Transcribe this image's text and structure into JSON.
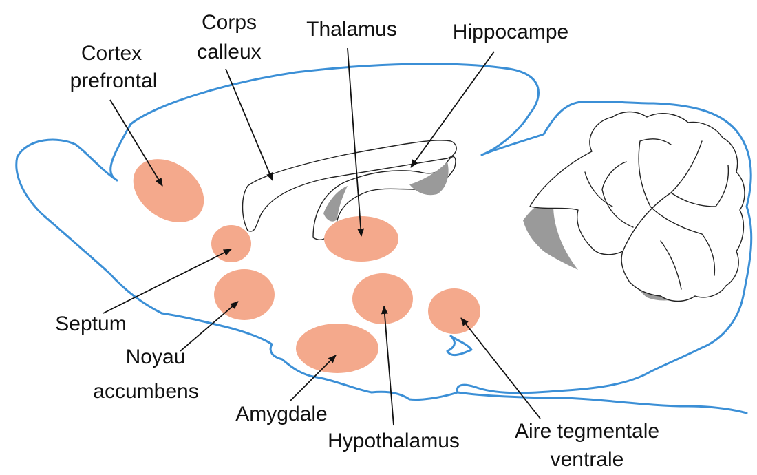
{
  "colors": {
    "outline": "#3b8fd6",
    "region": "#f4a98c",
    "ventricle": "#9a9a9a",
    "label": "#111111"
  },
  "labels": {
    "cortex_line1": "Cortex",
    "cortex_line2": "prefrontal",
    "corps_line1": "Corps",
    "corps_line2": "calleux",
    "thalamus": "Thalamus",
    "hippocampe": "Hippocampe",
    "septum": "Septum",
    "noyau_line1": "Noyau",
    "noyau_line2": "accumbens",
    "amygdale": "Amygdale",
    "hypothalamus": "Hypothalamus",
    "aire_line1": "Aire tegmentale",
    "aire_line2": "ventrale"
  }
}
